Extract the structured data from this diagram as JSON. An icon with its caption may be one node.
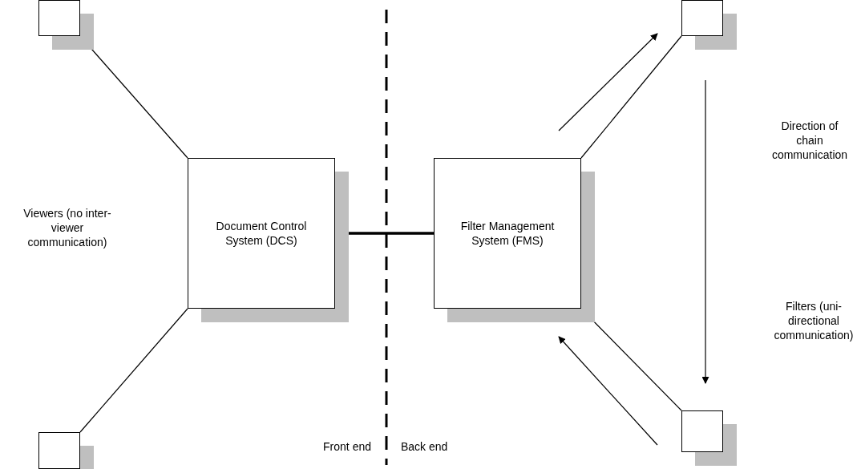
{
  "diagram": {
    "nodes": [
      {
        "text": [],
        "shape": "box"
      },
      {
        "text": [],
        "shape": "box"
      },
      {
        "text": [
          "Document Control System (DCS)"
        ]
      },
      {
        "text": [
          "Filter Management System (FMS)"
        ]
      },
      {
        "text": [],
        "shape": "box"
      },
      {
        "text": [],
        "shape": "box"
      }
    ],
    "edges": [
      {
        "from": 0,
        "to": 2,
        "arrow": "none"
      },
      {
        "from": 1,
        "to": 2,
        "arrow": "none"
      },
      {
        "from": 2,
        "to": 3,
        "arrow": "none",
        "style": "thick"
      },
      {
        "from": 3,
        "to": 4,
        "arrow": "none"
      },
      {
        "from": 3,
        "to": 5,
        "arrow": "none"
      }
    ],
    "labels": [
      "Direction of chain communication",
      "Viewers (no inter-viewer communication)",
      "Filters (uni-directional communication)",
      "Front end",
      "Back end"
    ]
  }
}
